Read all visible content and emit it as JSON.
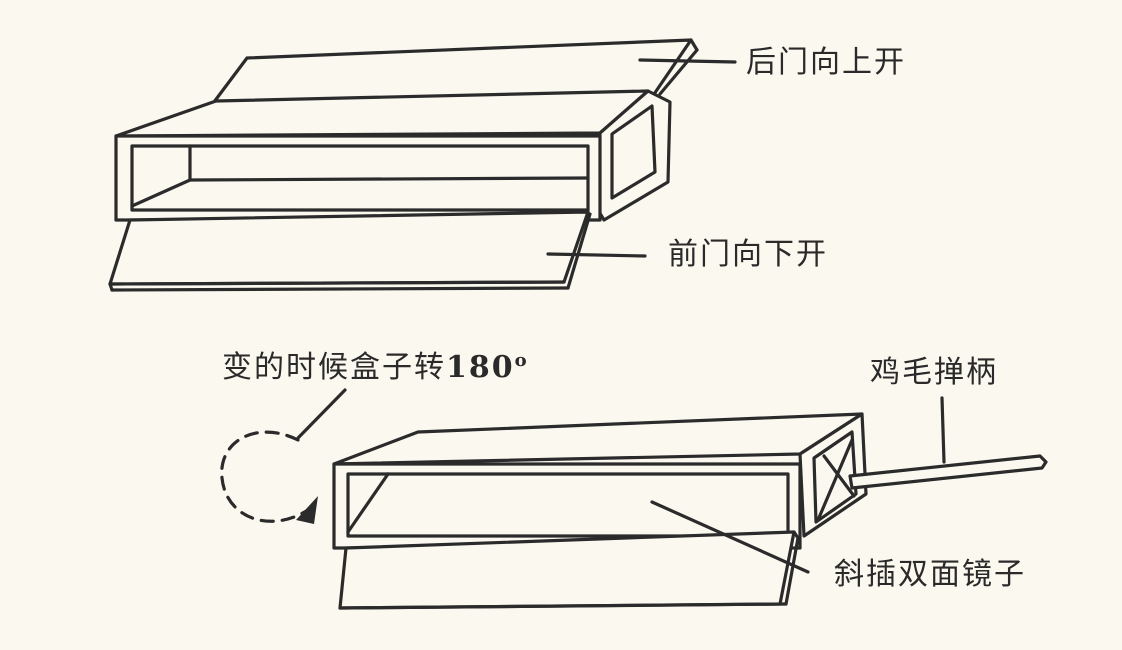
{
  "labels": {
    "back_door": "后门向上开",
    "front_door": "前门向下开",
    "rotate_text": "变的时候盒子转",
    "rotate_degree": "180",
    "rotate_degree_sup": "o",
    "handle": "鸡毛掸柄",
    "mirror": "斜插双面镜子"
  },
  "colors": {
    "ink": "#2b2b2b",
    "paper": "#fbf8ef"
  }
}
